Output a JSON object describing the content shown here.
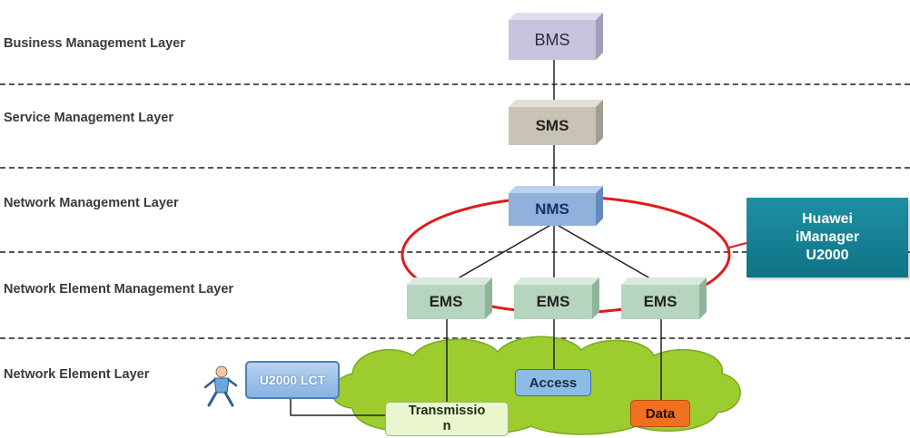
{
  "layers": [
    {
      "label": "Business Management Layer"
    },
    {
      "label": "Service Management Layer"
    },
    {
      "label": "Network Management Layer"
    },
    {
      "label": "Network Element Management Layer"
    },
    {
      "label": "Network Element Layer"
    }
  ],
  "nodes": {
    "bms": "BMS",
    "sms": "SMS",
    "nms": "NMS",
    "ems_1": "EMS",
    "ems_2": "EMS",
    "ems_3": "EMS"
  },
  "elements": {
    "lct": "U2000 LCT",
    "transmission_line1": "Transmissio",
    "transmission_line2": "n",
    "access": "Access",
    "data": "Data"
  },
  "callout": {
    "line1": "Huawei",
    "line2": "iManager",
    "line3": "U2000"
  },
  "colors": {
    "bms_face": "#c8c3dc",
    "sms_face": "#c9c3b6",
    "nms_face": "#8fb1dc",
    "ems_face": "#b6d5be",
    "callout_bg": "#167f93",
    "ellipse": "#e01a1a",
    "cloud": "#9ccc2e",
    "data_tag": "#f07020",
    "access_tag": "#8cbbe6"
  }
}
